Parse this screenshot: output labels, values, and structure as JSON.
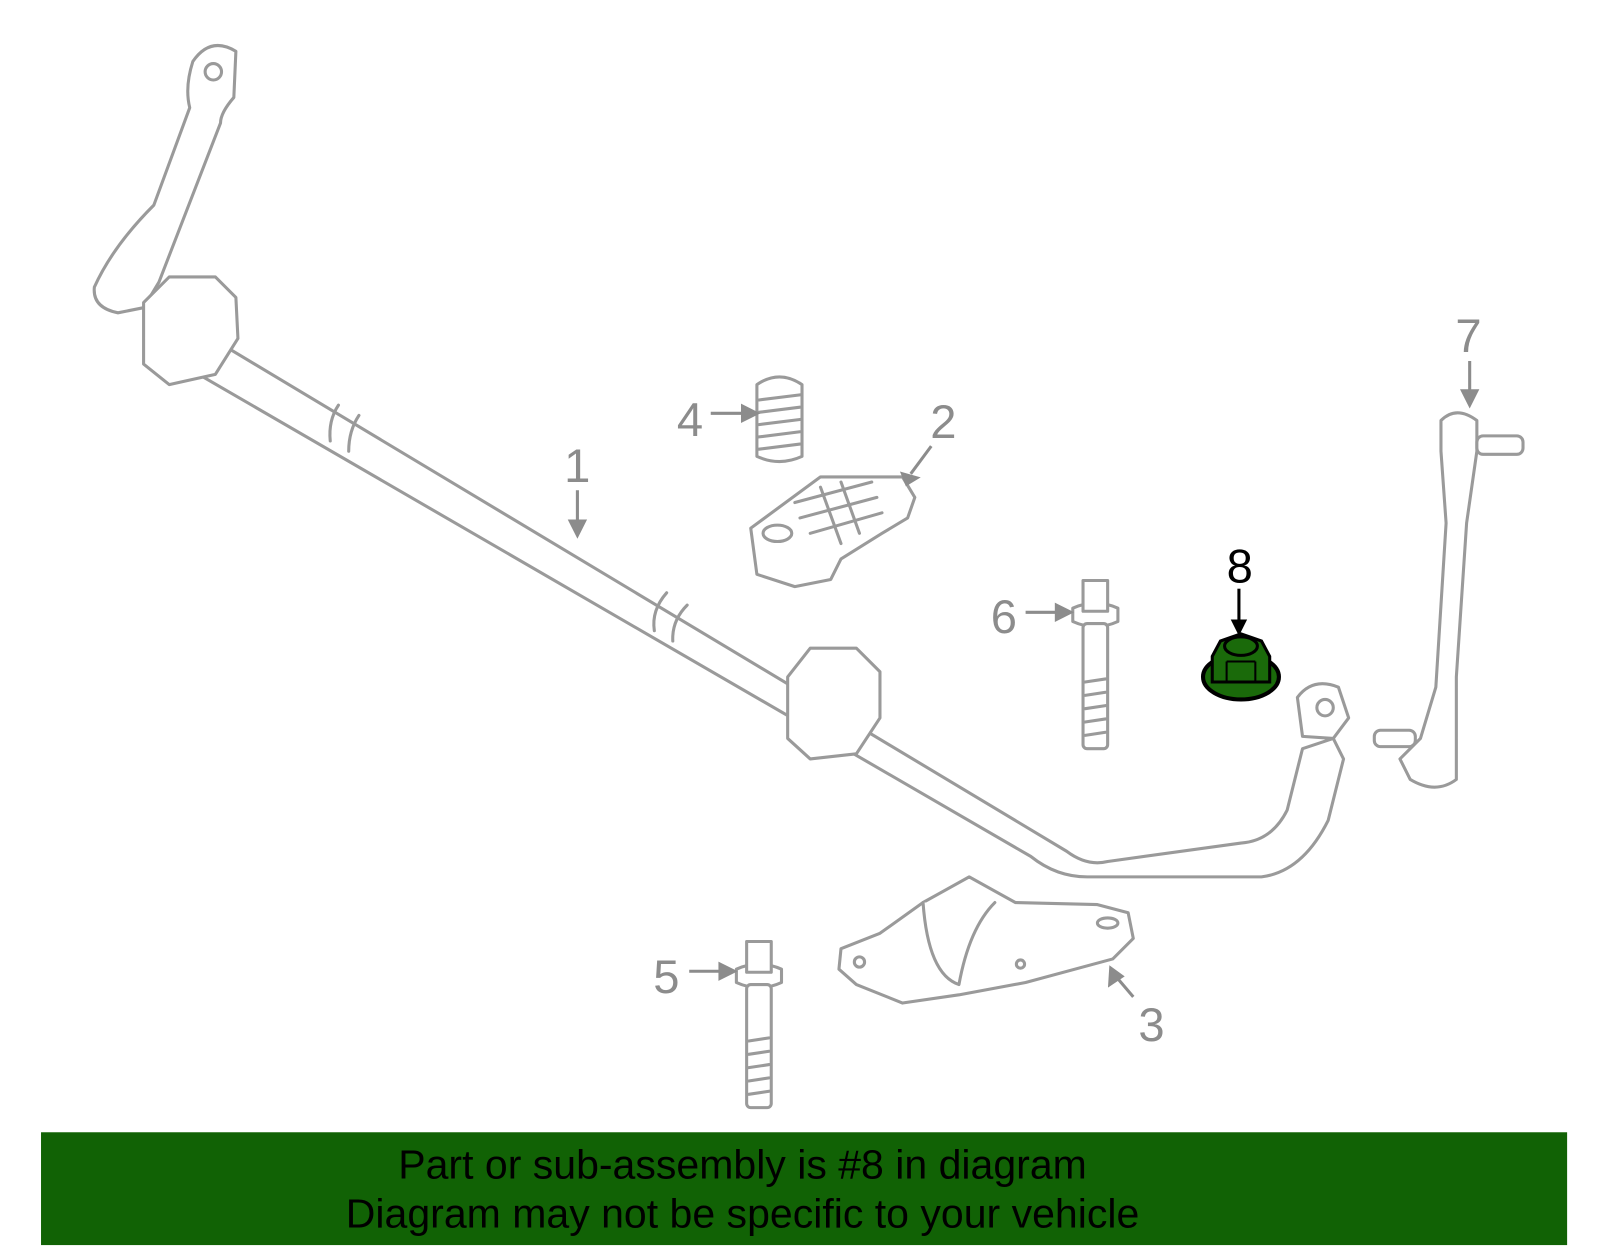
{
  "diagram": {
    "callouts": [
      "1",
      "2",
      "3",
      "4",
      "5",
      "6",
      "7",
      "8"
    ],
    "highlighted_part": "8",
    "highlight_color": "#1a6a0a"
  },
  "banner": {
    "line1": "Part or sub-assembly is #8 in diagram",
    "line2": "Diagram may not be specific to your vehicle",
    "background": "#116205"
  }
}
